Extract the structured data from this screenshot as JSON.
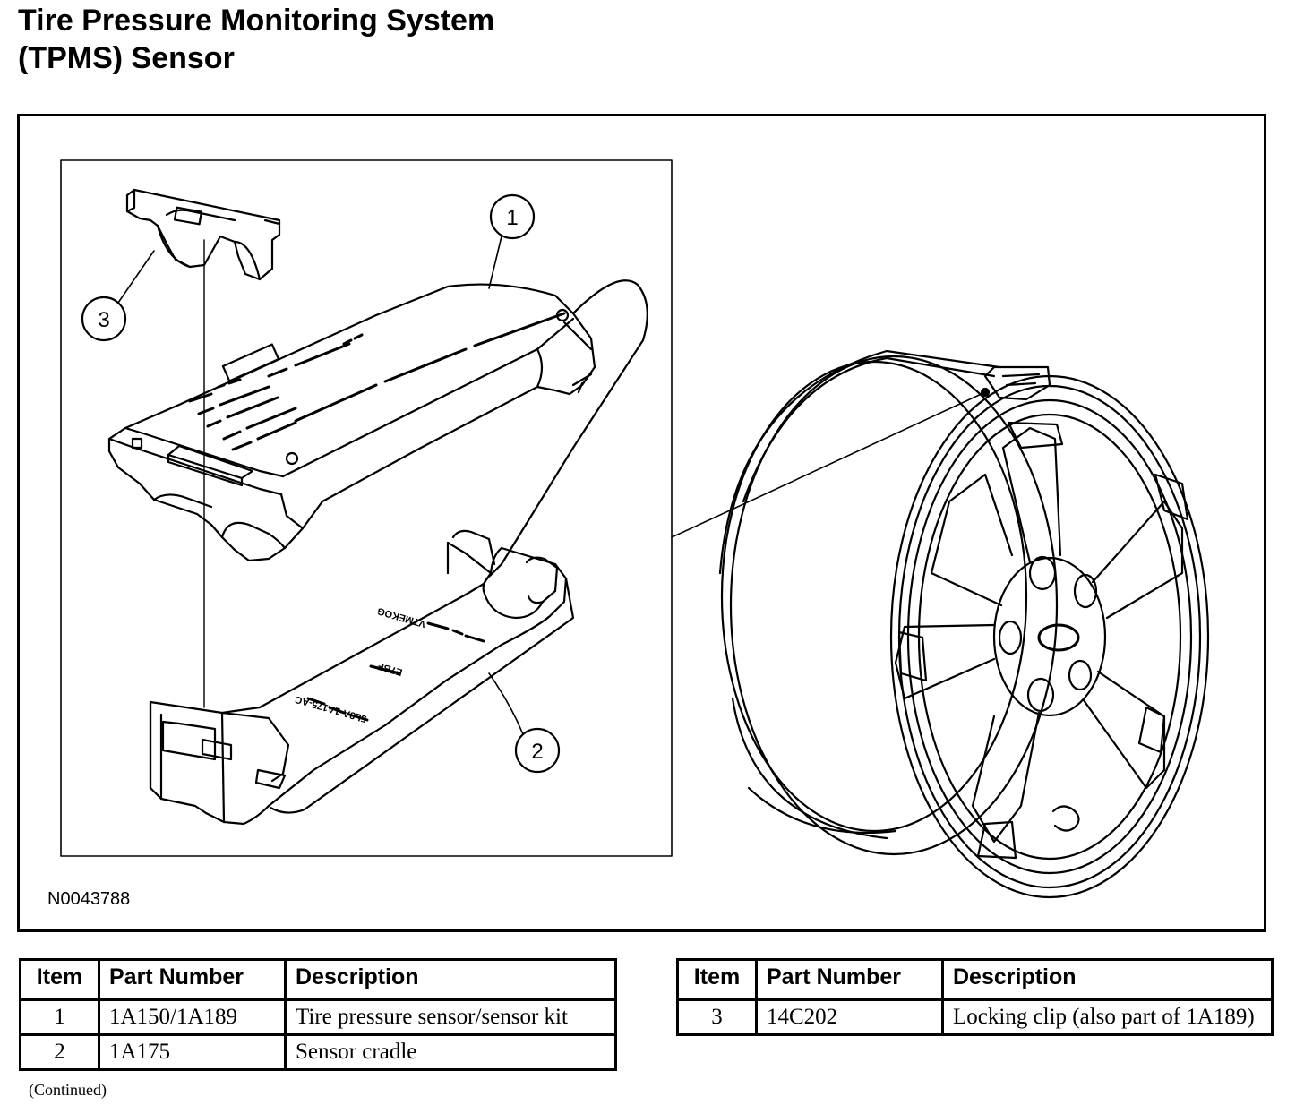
{
  "page": {
    "title_line1": "Tire Pressure Monitoring System",
    "title_line2": "(TPMS) Sensor",
    "figure_code": "N0043788",
    "continued": "(Continued)"
  },
  "callouts": [
    "1",
    "2",
    "3"
  ],
  "sensor_markings": {
    "cradle_text_1": "VTMEKOG",
    "cradle_text_2": "E7BF",
    "cradle_text_3": "5L8A-1A175-AC"
  },
  "table_headers": [
    "Item",
    "Part Number",
    "Description"
  ],
  "parts_left": [
    {
      "item": "1",
      "part": "1A150/1A189",
      "desc": "Tire pressure sensor/sensor kit"
    },
    {
      "item": "2",
      "part": "1A175",
      "desc": "Sensor cradle"
    }
  ],
  "parts_right": [
    {
      "item": "3",
      "part": "14C202",
      "desc": "Locking clip (also part of 1A189)"
    }
  ]
}
